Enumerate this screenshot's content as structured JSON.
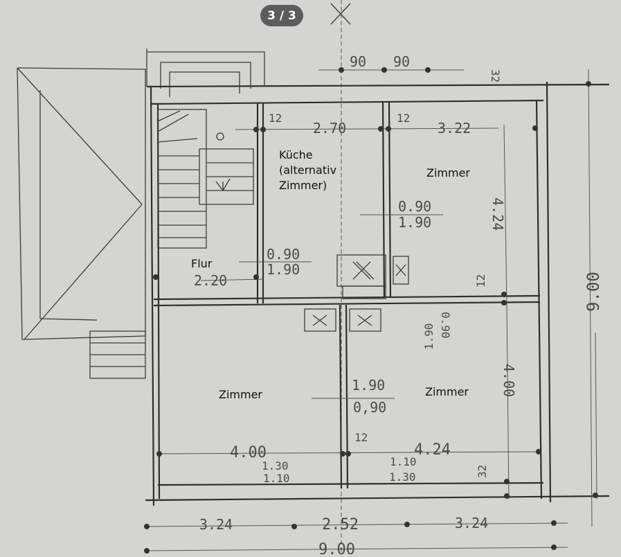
{
  "pager": {
    "label": "3 / 3"
  },
  "rooms": {
    "kitchen": [
      "Küche",
      "(alternativ",
      "Zimmer)"
    ],
    "room_top_right": "Zimmer",
    "hall": "Flur",
    "room_bottom_left": "Zimmer",
    "room_bottom_right": "Zimmer"
  },
  "dimensions": {
    "top_90_a": "90",
    "top_90_b": "90",
    "top_32": "32",
    "wall_12_a": "12",
    "wall_12_b": "12",
    "wall_12_c": "12",
    "wall_12_d": "12",
    "kitchen_width": "2.70",
    "room_width_top": "3.22",
    "hall_width": "2.20",
    "door_kitchen_w": "0.90",
    "door_kitchen_h": "1.90",
    "door_room_w": "0.90",
    "door_room_h": "1.90",
    "room_depth_top": "4.24",
    "door_center_h": "1.90",
    "door_center_w": "0.90",
    "door_lower_top": "1.90",
    "door_lower_bottom": "0,90",
    "room_depth_bottom": "4.00",
    "left_room_width": "4.00",
    "right_room_width": "4.24",
    "window_left_a": "1.30",
    "window_left_b": "1.10",
    "window_right_a": "1.10",
    "window_right_b": "1.30",
    "bottom_32": "32",
    "bottom_3_24_a": "3.24",
    "bottom_2_52": "2.52",
    "bottom_3_24_b": "3.24",
    "total_width": "9.00",
    "total_depth": "9.00"
  }
}
